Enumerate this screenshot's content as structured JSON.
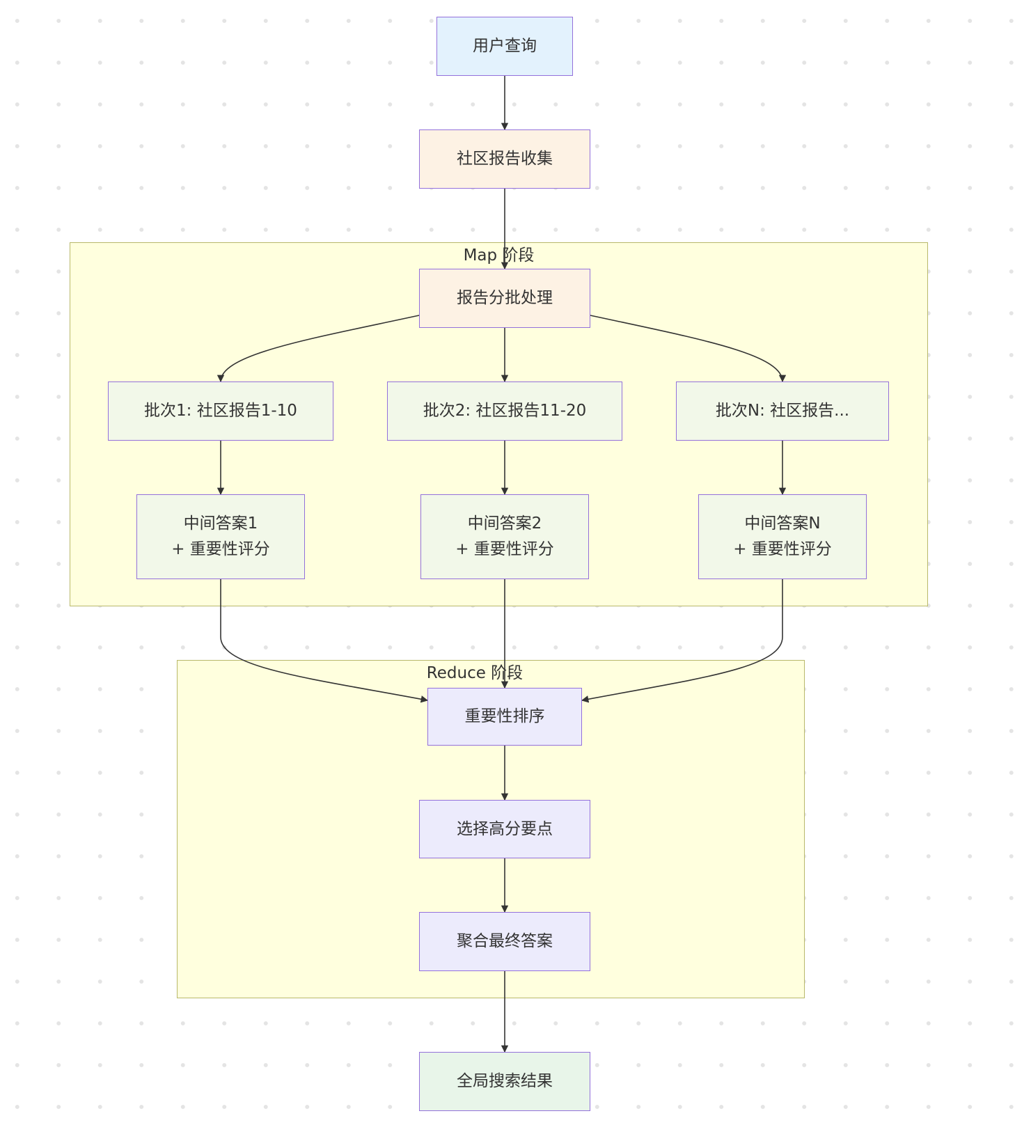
{
  "clusters": {
    "map": {
      "title": "Map 阶段"
    },
    "reduce": {
      "title": "Reduce 阶段"
    }
  },
  "nodes": {
    "user_query": {
      "label": "用户查询"
    },
    "collect": {
      "label": "社区报告收集"
    },
    "batch_process": {
      "label": "报告分批处理"
    },
    "batch1": {
      "label": "批次1: 社区报告1-10"
    },
    "batch2": {
      "label": "批次2: 社区报告11-20"
    },
    "batchN": {
      "label": "批次N: 社区报告..."
    },
    "answer1": {
      "line1": "中间答案1",
      "line2": "+ 重要性评分"
    },
    "answer2": {
      "line1": "中间答案2",
      "line2": "+ 重要性评分"
    },
    "answerN": {
      "line1": "中间答案N",
      "line2": "+ 重要性评分"
    },
    "sort": {
      "label": "重要性排序"
    },
    "select": {
      "label": "选择高分要点"
    },
    "aggregate": {
      "label": "聚合最终答案"
    },
    "result": {
      "label": "全局搜索结果"
    }
  },
  "edges": [
    {
      "from": "user_query",
      "to": "collect"
    },
    {
      "from": "collect",
      "to": "batch_process"
    },
    {
      "from": "batch_process",
      "to": "batch1"
    },
    {
      "from": "batch_process",
      "to": "batch2"
    },
    {
      "from": "batch_process",
      "to": "batchN"
    },
    {
      "from": "batch1",
      "to": "answer1"
    },
    {
      "from": "batch2",
      "to": "answer2"
    },
    {
      "from": "batchN",
      "to": "answerN"
    },
    {
      "from": "answer1",
      "to": "sort"
    },
    {
      "from": "answer2",
      "to": "sort"
    },
    {
      "from": "answerN",
      "to": "sort"
    },
    {
      "from": "sort",
      "to": "select"
    },
    {
      "from": "select",
      "to": "aggregate"
    },
    {
      "from": "aggregate",
      "to": "result"
    }
  ],
  "colors": {
    "node_border": "#9370db",
    "cluster_fill": "#ffffde",
    "cluster_border": "#b8b86a",
    "edge": "#333333"
  }
}
